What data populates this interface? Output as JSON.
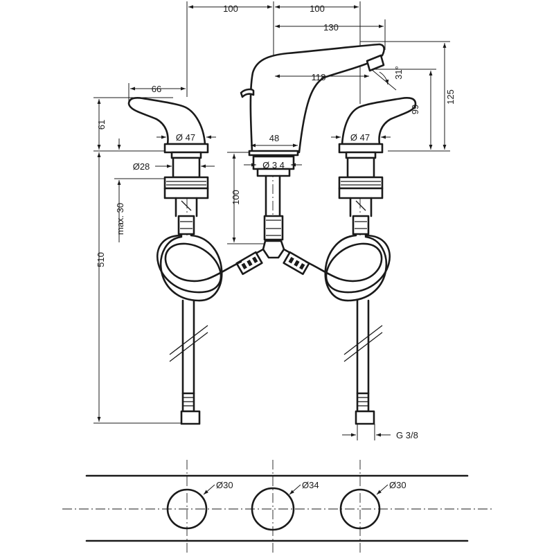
{
  "dimensions": {
    "left_spacing": "100",
    "right_spacing": "100",
    "spout_reach": "130",
    "spout_projection": "118",
    "spout_angle": "31°",
    "total_height": "125",
    "spout_height": "99",
    "handle_width": "66",
    "handle_height": "61",
    "handle_left_diameter": "Ø 47",
    "handle_right_diameter": "Ø 47",
    "spout_base_width": "48",
    "spout_shank_diameter": "Ø 3 4",
    "handle_shank_diameter": "Ø28",
    "max_deck_thickness": "max. 30",
    "spout_shank_length": "100",
    "hose_length": "510",
    "connection_thread": "G 3/8"
  },
  "holes": {
    "left": "Ø30",
    "center": "Ø34",
    "right": "Ø30"
  }
}
